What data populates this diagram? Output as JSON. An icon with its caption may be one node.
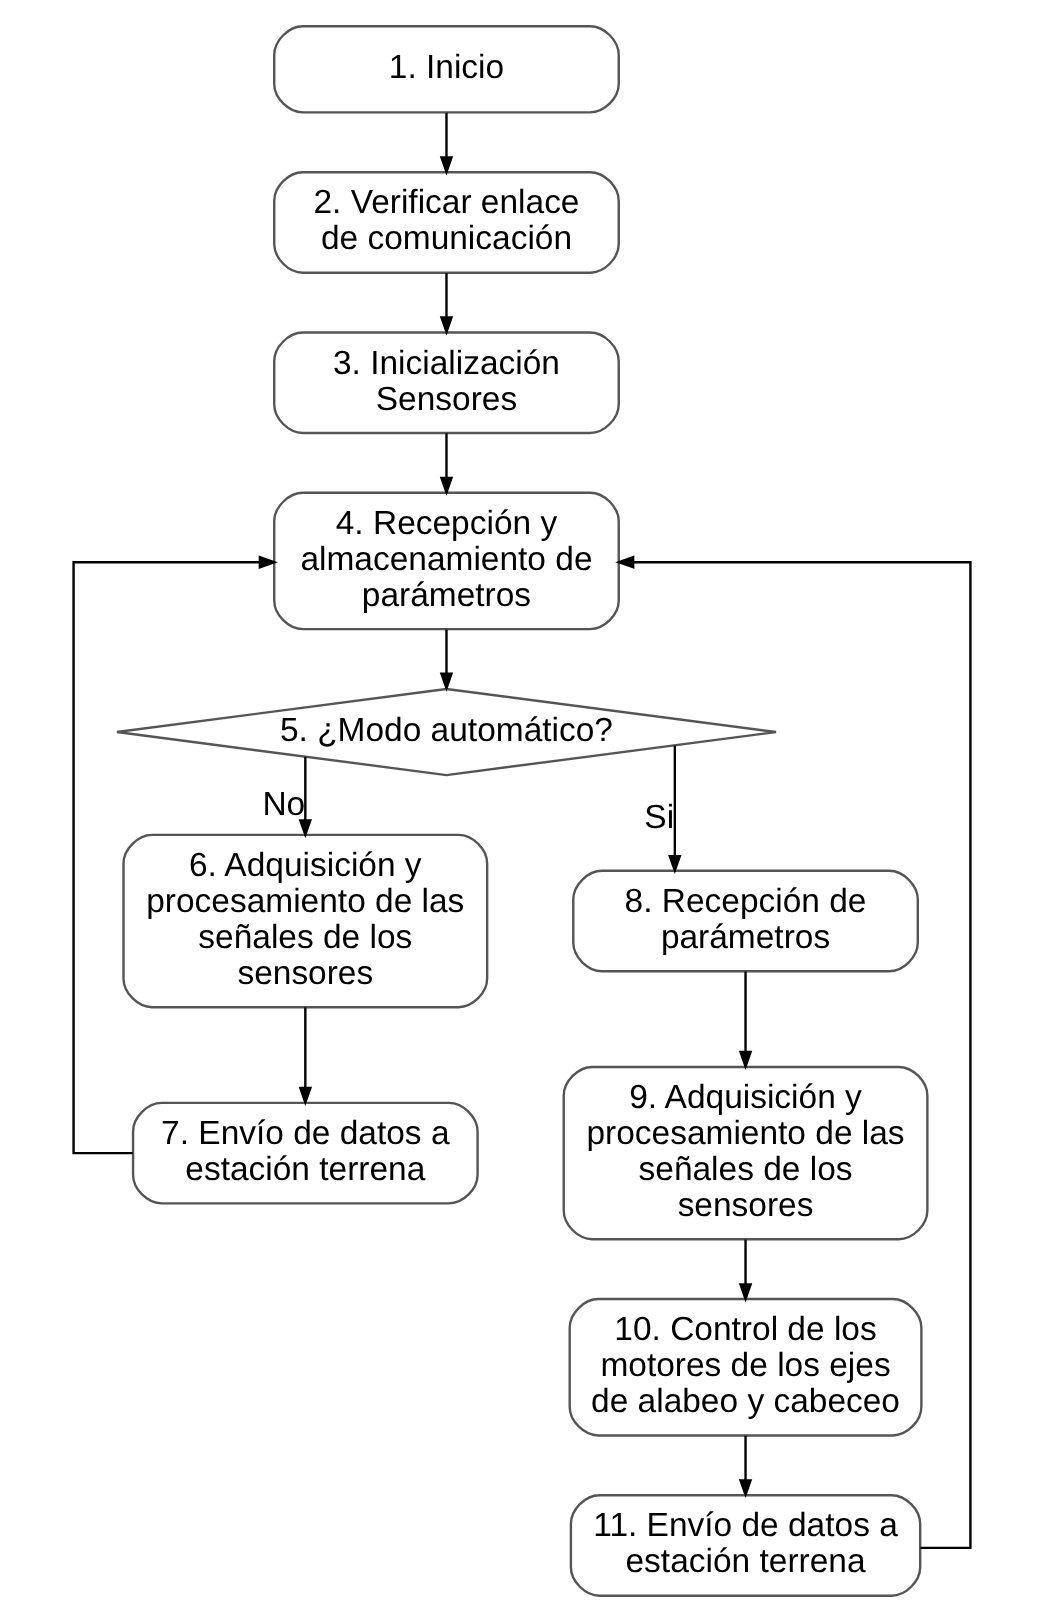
{
  "diagram": {
    "nodes": [
      {
        "text": [
          "1. Inicio"
        ]
      },
      {
        "text": [
          "2. Verificar enlace de comunicación"
        ]
      },
      {
        "text": [
          "3. Inicialización Sensores"
        ]
      },
      {
        "text": [
          "4. Recepción y almacenamiento de parámetros"
        ]
      },
      {
        "text": [
          "5. ¿Modo automático?"
        ]
      },
      {
        "text": [
          "6. Adquisición y procesamiento de las señales de los sensores"
        ]
      },
      {
        "text": [
          "7. Envío de datos a estación terrena"
        ]
      },
      {
        "text": [
          "8. Recepción de parámetros"
        ]
      },
      {
        "text": [
          "9. Adquisición y procesamiento de las señales de los sensores"
        ]
      },
      {
        "text": [
          "10. Control de los motores de los ejes de alabeo y cabeceo"
        ]
      },
      {
        "text": [
          "11. Envío de datos a estación terrena"
        ]
      }
    ],
    "edges": [
      {
        "from": 0,
        "to": 1,
        "arrow": "to"
      },
      {
        "from": 1,
        "to": 2,
        "arrow": "to"
      },
      {
        "from": 2,
        "to": 3,
        "arrow": "to"
      },
      {
        "from": 3,
        "to": 4,
        "arrow": "to"
      },
      {
        "from": 4,
        "to": 5,
        "arrow": "to",
        "label": "No"
      },
      {
        "from": 5,
        "to": 6,
        "arrow": "to"
      },
      {
        "from": 4,
        "to": 7,
        "arrow": "to",
        "label": "Si"
      },
      {
        "from": 7,
        "to": 8,
        "arrow": "to"
      },
      {
        "from": 8,
        "to": 9,
        "arrow": "to"
      },
      {
        "from": 9,
        "to": 10,
        "arrow": "to"
      },
      {
        "from": 6,
        "to": 3,
        "arrow": "to"
      },
      {
        "from": 10,
        "to": 3,
        "arrow": "to"
      }
    ]
  }
}
